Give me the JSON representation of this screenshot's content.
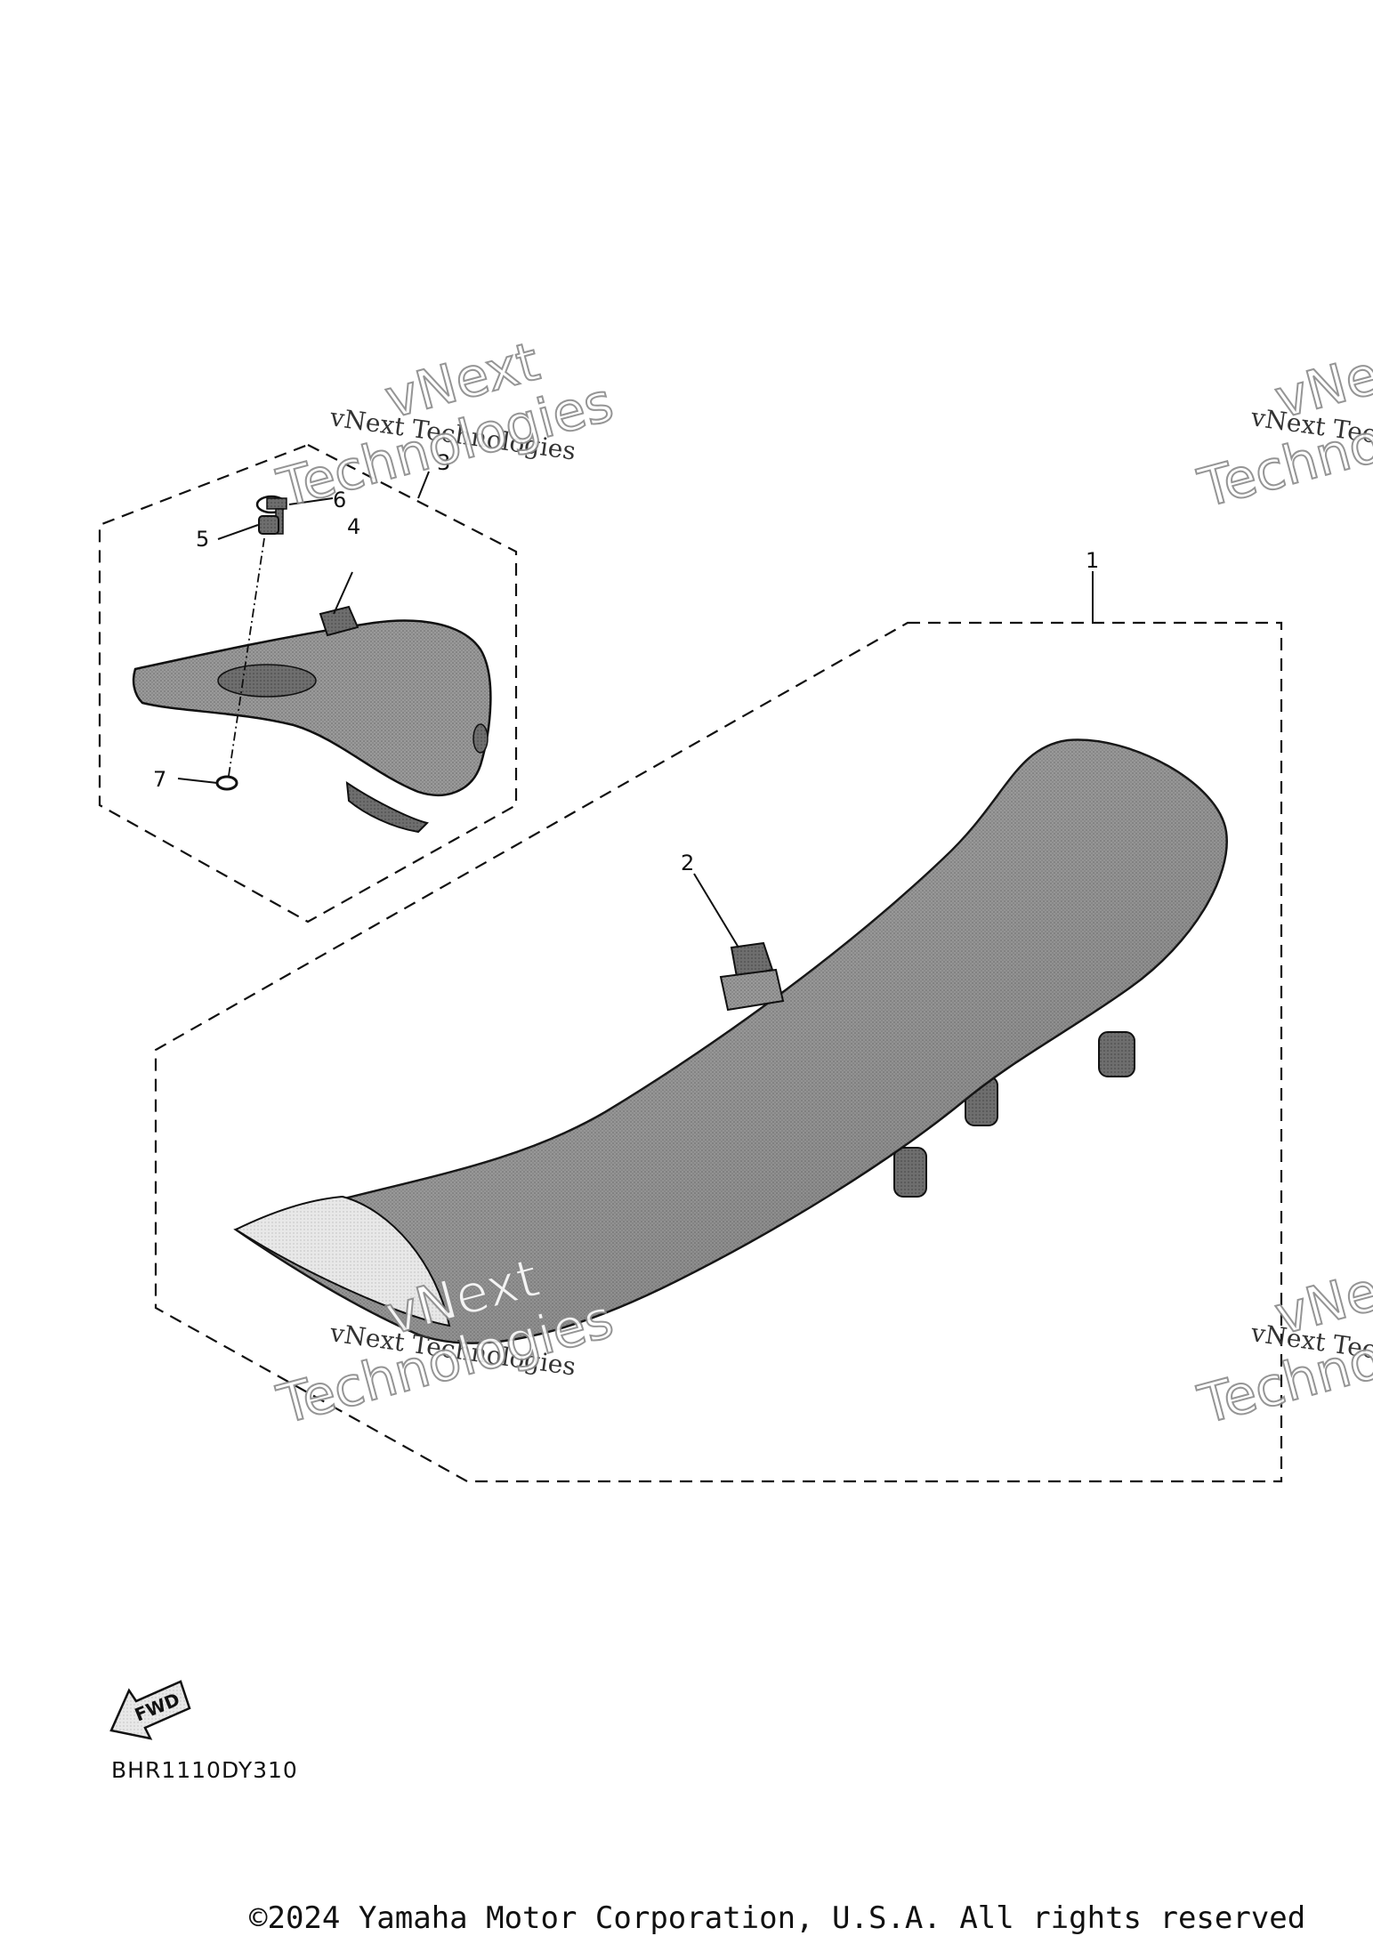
{
  "callouts": {
    "c1": "1",
    "c2": "2",
    "c3": "3",
    "c4": "4",
    "c5": "5",
    "c6": "6",
    "c7": "7"
  },
  "watermark": {
    "line_small": "vNext Technologies",
    "line_large_1": "vNext",
    "line_large_2": "Technologies",
    "line_small_clipped": "vNext Tec",
    "line_large_clipped_1": "vNe",
    "line_large_clipped_2": "Techno"
  },
  "fwd": {
    "label": "FWD"
  },
  "diagram_code": "BHR1110DY310",
  "copyright": "©2024 Yamaha Motor Corporation, U.S.A. All rights reserved",
  "colors": {
    "part_fill": "#8f8f8f",
    "part_dark": "#6e6e6e",
    "line": "#111111"
  }
}
